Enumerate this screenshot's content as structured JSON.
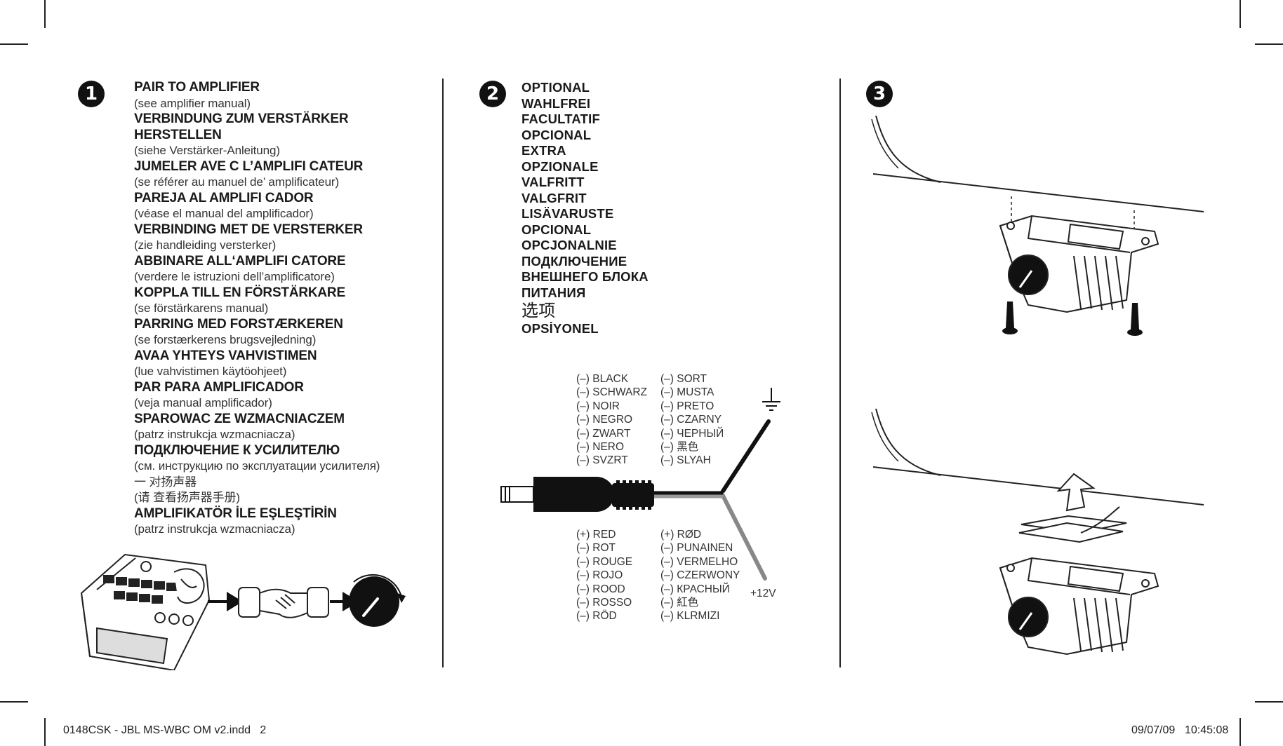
{
  "steps": {
    "one": "1",
    "two": "2",
    "three": "3"
  },
  "section1": {
    "lines": [
      {
        "text": "PAIR TO AMPLIFIER",
        "bold": true
      },
      {
        "text": "(see amplifier manual)",
        "bold": false
      },
      {
        "text": "VERBINDUNG ZUM VERSTÄRKER",
        "bold": true
      },
      {
        "text": "HERSTELLEN",
        "bold": true
      },
      {
        "text": "(siehe Verstärker-Anleitung)",
        "bold": false
      },
      {
        "text": "JUMELER AVE C L’AMPLIFI CATEUR",
        "bold": true
      },
      {
        "text": "(se référer au manuel de’ amplificateur)",
        "bold": false
      },
      {
        "text": "PAREJA AL AMPLIFI CADOR",
        "bold": true
      },
      {
        "text": "(véase el manual del amplificador)",
        "bold": false
      },
      {
        "text": "VERBINDING MET DE VERSTERKER",
        "bold": true
      },
      {
        "text": "(zie handleiding versterker)",
        "bold": false
      },
      {
        "text": "ABBINARE ALL‘AMPLIFI CATORE",
        "bold": true
      },
      {
        "text": "(verdere le istruzioni dell’amplificatore)",
        "bold": false
      },
      {
        "text": "KOPPLA TILL EN FÖRSTÄRKARE",
        "bold": true
      },
      {
        "text": "(se förstärkarens manual)",
        "bold": false
      },
      {
        "text": "PARRING MED FORSTÆRKEREN",
        "bold": true
      },
      {
        "text": "(se forstærkerens brugsvejledning)",
        "bold": false
      },
      {
        "text": "AVAA YHTEYS VAHVISTIMEN",
        "bold": true
      },
      {
        "text": "(lue vahvistimen käytöohjeet)",
        "bold": false
      },
      {
        "text": "PAR PARA AMPLIFICADOR",
        "bold": true
      },
      {
        "text": "(veja manual amplificador)",
        "bold": false
      },
      {
        "text": "SPAROWAC ZE WZMACNIACZEM",
        "bold": true
      },
      {
        "text": "(patrz instrukcja wzmacniacza)",
        "bold": false
      },
      {
        "text": "ПОДКЛЮЧЕНИЕ К УСИЛИТЕЛЮ",
        "bold": true
      },
      {
        "text": "(см. инструкцию по эксплуатации усилителя)",
        "bold": false
      },
      {
        "text": "一 对扬声器",
        "bold": false
      },
      {
        "text": "(请 查看扬声器手册)",
        "bold": false
      },
      {
        "text": "AMPLIFIKATÖR İLE EŞLEŞTİRİN",
        "bold": true
      },
      {
        "text": "(patrz instrukcja wzmacniacza)",
        "bold": false
      }
    ]
  },
  "section2": {
    "lines": [
      "OPTIONAL",
      "WAHLFREI",
      "FACULTATIF",
      "OPCIONAL",
      "EXTRA",
      "OPZIONALE",
      "VALFRITT",
      "VALGFRIT",
      "LISÄVARUSTE",
      "OPCIONAL",
      "OPCJONALNIE",
      "ПОДКЛЮЧЕНИЕ",
      "ВНЕШНЕГО БЛОКА",
      "ПИТАНИЯ",
      "选项",
      "OPSİYONEL"
    ],
    "negative_left": [
      "(–) BLACK",
      "(–) SCHWARZ",
      "(–) NOIR",
      "(–) NEGRO",
      "(–) ZWART",
      "(–) NERO",
      "(–) SVZRT"
    ],
    "negative_right": [
      "(–) SORT",
      "(–) MUSTA",
      "(–) PRETO",
      "(–) CZARNY",
      "(–) ЧЕРНЫЙ",
      "(–) 黑色",
      "(–) SLYAH"
    ],
    "positive_left": [
      "(+) RED",
      "(–) ROT",
      "(–) ROUGE",
      "(–) ROJO",
      "(–) ROOD",
      "(–) ROSSO",
      "(–) RÖD"
    ],
    "positive_right": [
      "(+) RØD",
      "(–) PUNAINEN",
      "(–) VERMELHO",
      "(–) CZERWONY",
      "(–) КРАСНЫЙ",
      "(–) 紅色",
      "(–) KLRMIZI"
    ],
    "voltage_label": "+12V"
  },
  "footer": {
    "file": "0148CSK - JBL MS-WBC OM v2.indd   2",
    "date": "09/07/09",
    "time": "10:45:08"
  }
}
